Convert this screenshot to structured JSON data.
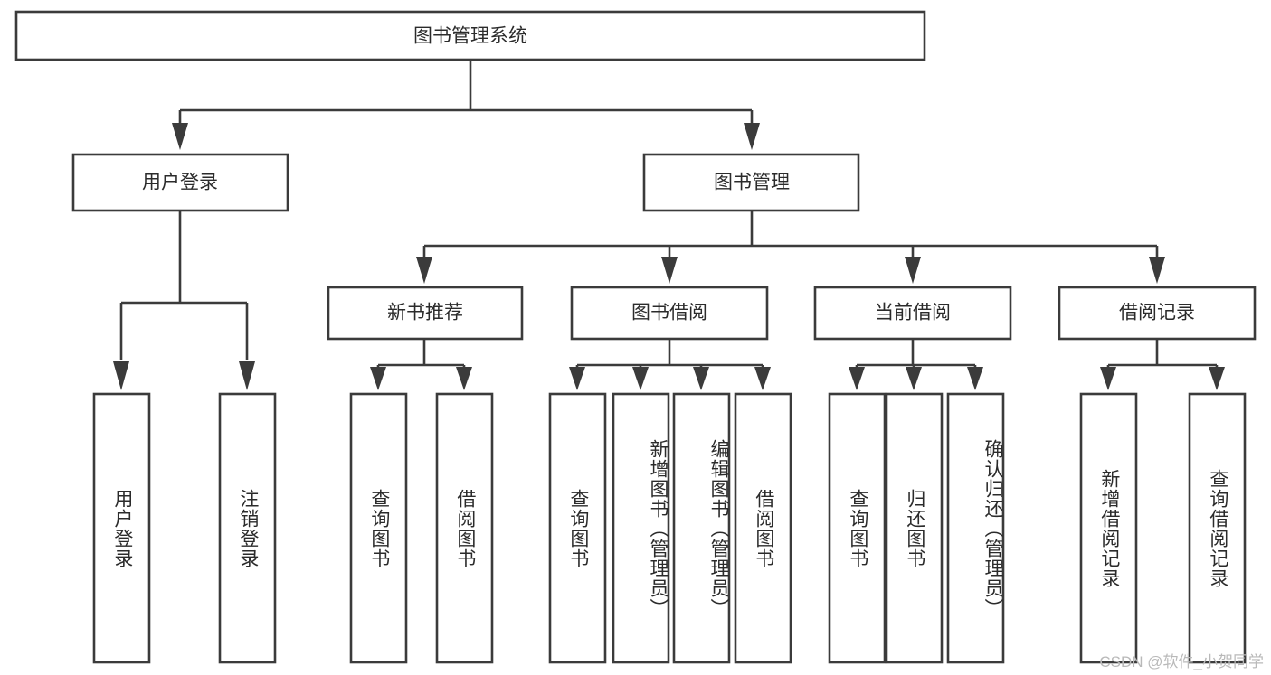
{
  "diagram": {
    "title": "图书管理系统",
    "watermark": "CSDN @软件_小贺同学",
    "stroke_color": "#3b3b3b",
    "text_color": "#2b2b2b",
    "background_color": "#ffffff",
    "watermark_color": "#b9b9b9",
    "root": {
      "label": "图书管理系统"
    },
    "level2": [
      {
        "label": "用户登录"
      },
      {
        "label": "图书管理"
      }
    ],
    "level3": [
      {
        "label": "新书推荐"
      },
      {
        "label": "图书借阅"
      },
      {
        "label": "当前借阅"
      },
      {
        "label": "借阅记录"
      }
    ],
    "leaves": {
      "user_login": [
        {
          "label": "用户登录"
        },
        {
          "label": "注销登录"
        }
      ],
      "new_book_recommend": [
        {
          "label": "查询图书"
        },
        {
          "label": "借阅图书"
        }
      ],
      "book_borrow": [
        {
          "label": "查询图书"
        },
        {
          "label": "新增图书（管理员）"
        },
        {
          "label": "编辑图书（管理员）"
        },
        {
          "label": "借阅图书"
        }
      ],
      "current_borrow": [
        {
          "label": "查询图书"
        },
        {
          "label": "归还图书"
        },
        {
          "label": "确认归还（管理员）"
        }
      ],
      "borrow_record": [
        {
          "label": "新增借阅记录"
        },
        {
          "label": "查询借阅记录"
        }
      ]
    }
  }
}
